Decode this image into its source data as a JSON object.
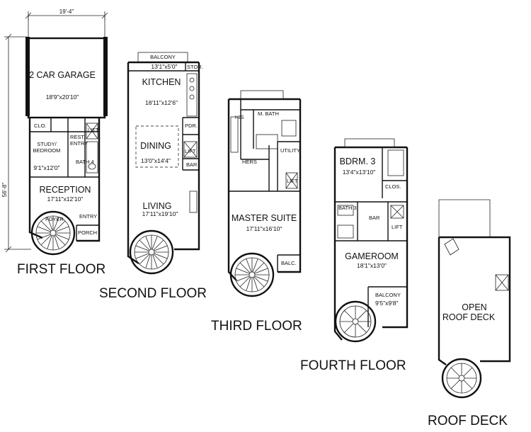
{
  "overall": {
    "width": "19'-4\"",
    "depth": "56'-8\""
  },
  "floors": {
    "first": {
      "title": "FIRST FLOOR",
      "rooms": {
        "garage": "2 CAR GARAGE",
        "garage_dim": "18'9\"x20'10\"",
        "clo": "CLO.",
        "rest": "REST.",
        "entry_small": "ENTRY",
        "lift": "LIFT",
        "study": "STUDY/",
        "bedroom": "BEDROOM",
        "study_dim": "9'1\"x12'0\"",
        "bath": "BATH 4",
        "reception": "RECEPTION",
        "reception_dim": "17'11\"x12'10\"",
        "foyer": "FOYER",
        "entry": "ENTRY",
        "porch": "PORCH"
      }
    },
    "second": {
      "title": "SECOND FLOOR",
      "rooms": {
        "balcony": "BALCONY",
        "balcony_dim": "13'1\"x5'0\"",
        "stor": "STOR.",
        "kitchen": "KITCHEN",
        "kitchen_dim": "18'11\"x12'6\"",
        "pdr": "PDR.",
        "dining": "DINING",
        "dining_dim": "13'0\"x14'4\"",
        "lift": "LIFT",
        "bar": "BAR",
        "living": "LIVING",
        "living_dim": "17'11\"x19'10\""
      }
    },
    "third": {
      "title": "THIRD FLOOR",
      "rooms": {
        "his": "HIS",
        "mbath": "M. BATH",
        "hers": "HERS",
        "utility": "UTILITY",
        "lift": "LIFT",
        "master": "MASTER SUITE",
        "master_dim": "17'11\"x16'10\"",
        "balc": "BALC."
      }
    },
    "fourth": {
      "title": "FOURTH FLOOR",
      "rooms": {
        "bdrm": "BDRM. 3",
        "bdrm_dim": "13'4\"x13'10\"",
        "clos": "CLOS.",
        "bath": "BATH 3",
        "bar": "BAR",
        "lift": "LIFT",
        "gameroom": "GAMEROOM",
        "gameroom_dim": "18'1\"x13'0\"",
        "balcony": "BALCONY",
        "balcony_dim": "9'5\"x9'8\""
      }
    },
    "roof": {
      "title": "ROOF DECK",
      "rooms": {
        "open": "OPEN",
        "roof_deck": "ROOF DECK"
      }
    }
  }
}
